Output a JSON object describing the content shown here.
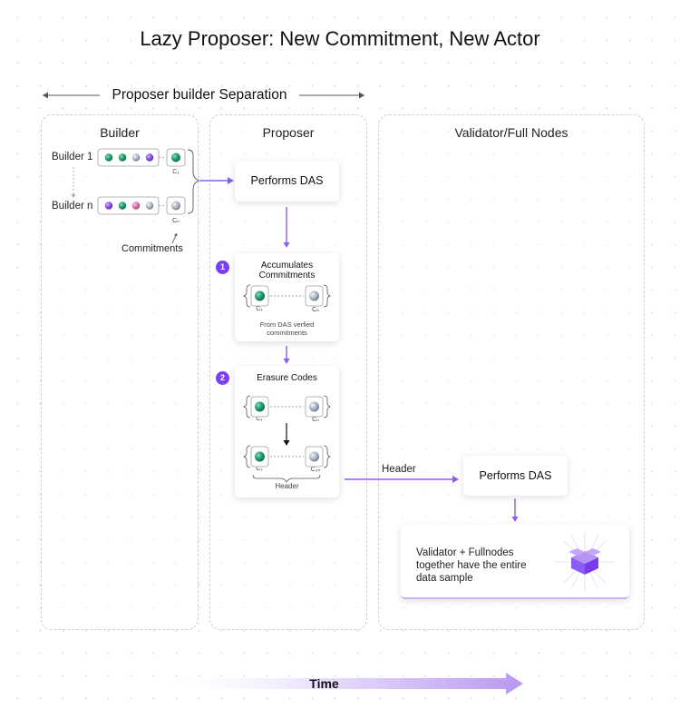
{
  "title": "Lazy Proposer: New Commitment, New Actor",
  "pbs_label": "Proposer builder Separation",
  "columns": {
    "builder": "Builder",
    "proposer": "Proposer",
    "validator": "Validator/Full Nodes"
  },
  "builder": {
    "builder1": "Builder 1",
    "buildern": "Builder n",
    "c1": "C₁",
    "cn": "Cₙ",
    "commitments": "Commitments"
  },
  "proposer": {
    "performs_das": "Performs DAS",
    "step1": {
      "badge": "1",
      "title_line1": "Accumulates",
      "title_line2": "Commitments",
      "c1": "C₁",
      "cn": "Cₙ",
      "note_line1": "From DAS verfied",
      "note_line2": "commitments"
    },
    "step2": {
      "badge": "2",
      "title": "Erasure Codes",
      "c1": "C₁",
      "cn": "Cₙ",
      "c1b": "C₁",
      "c2n": "C₂ₙ",
      "header": "Header"
    }
  },
  "validator": {
    "header_arrow": "Header",
    "performs_das": "Performs DAS",
    "line1": "Validator + Fullnodes",
    "line2": "together have the entire",
    "line3": "data sample"
  },
  "time_label": "Time",
  "colors": {
    "accent": "#8b5cf6",
    "badge": "#7b3ff2",
    "green": "#1f9a6a",
    "purple": "#8a4de0",
    "pink": "#d76aa8",
    "silver": "#9aa3b3"
  }
}
